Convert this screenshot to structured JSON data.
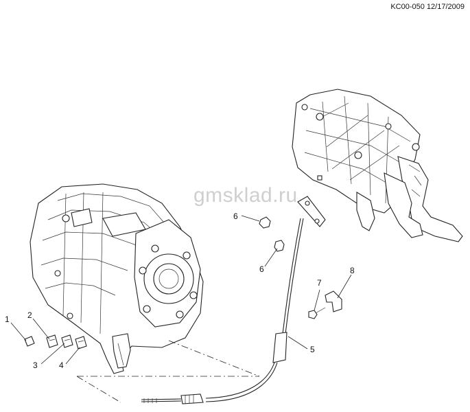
{
  "header": {
    "stamp": "KC00-050 12/17/2009"
  },
  "watermark": "gmsklad.ru",
  "callouts": [
    "1",
    "2",
    "3",
    "4",
    "5",
    "6",
    "6",
    "7",
    "8"
  ]
}
